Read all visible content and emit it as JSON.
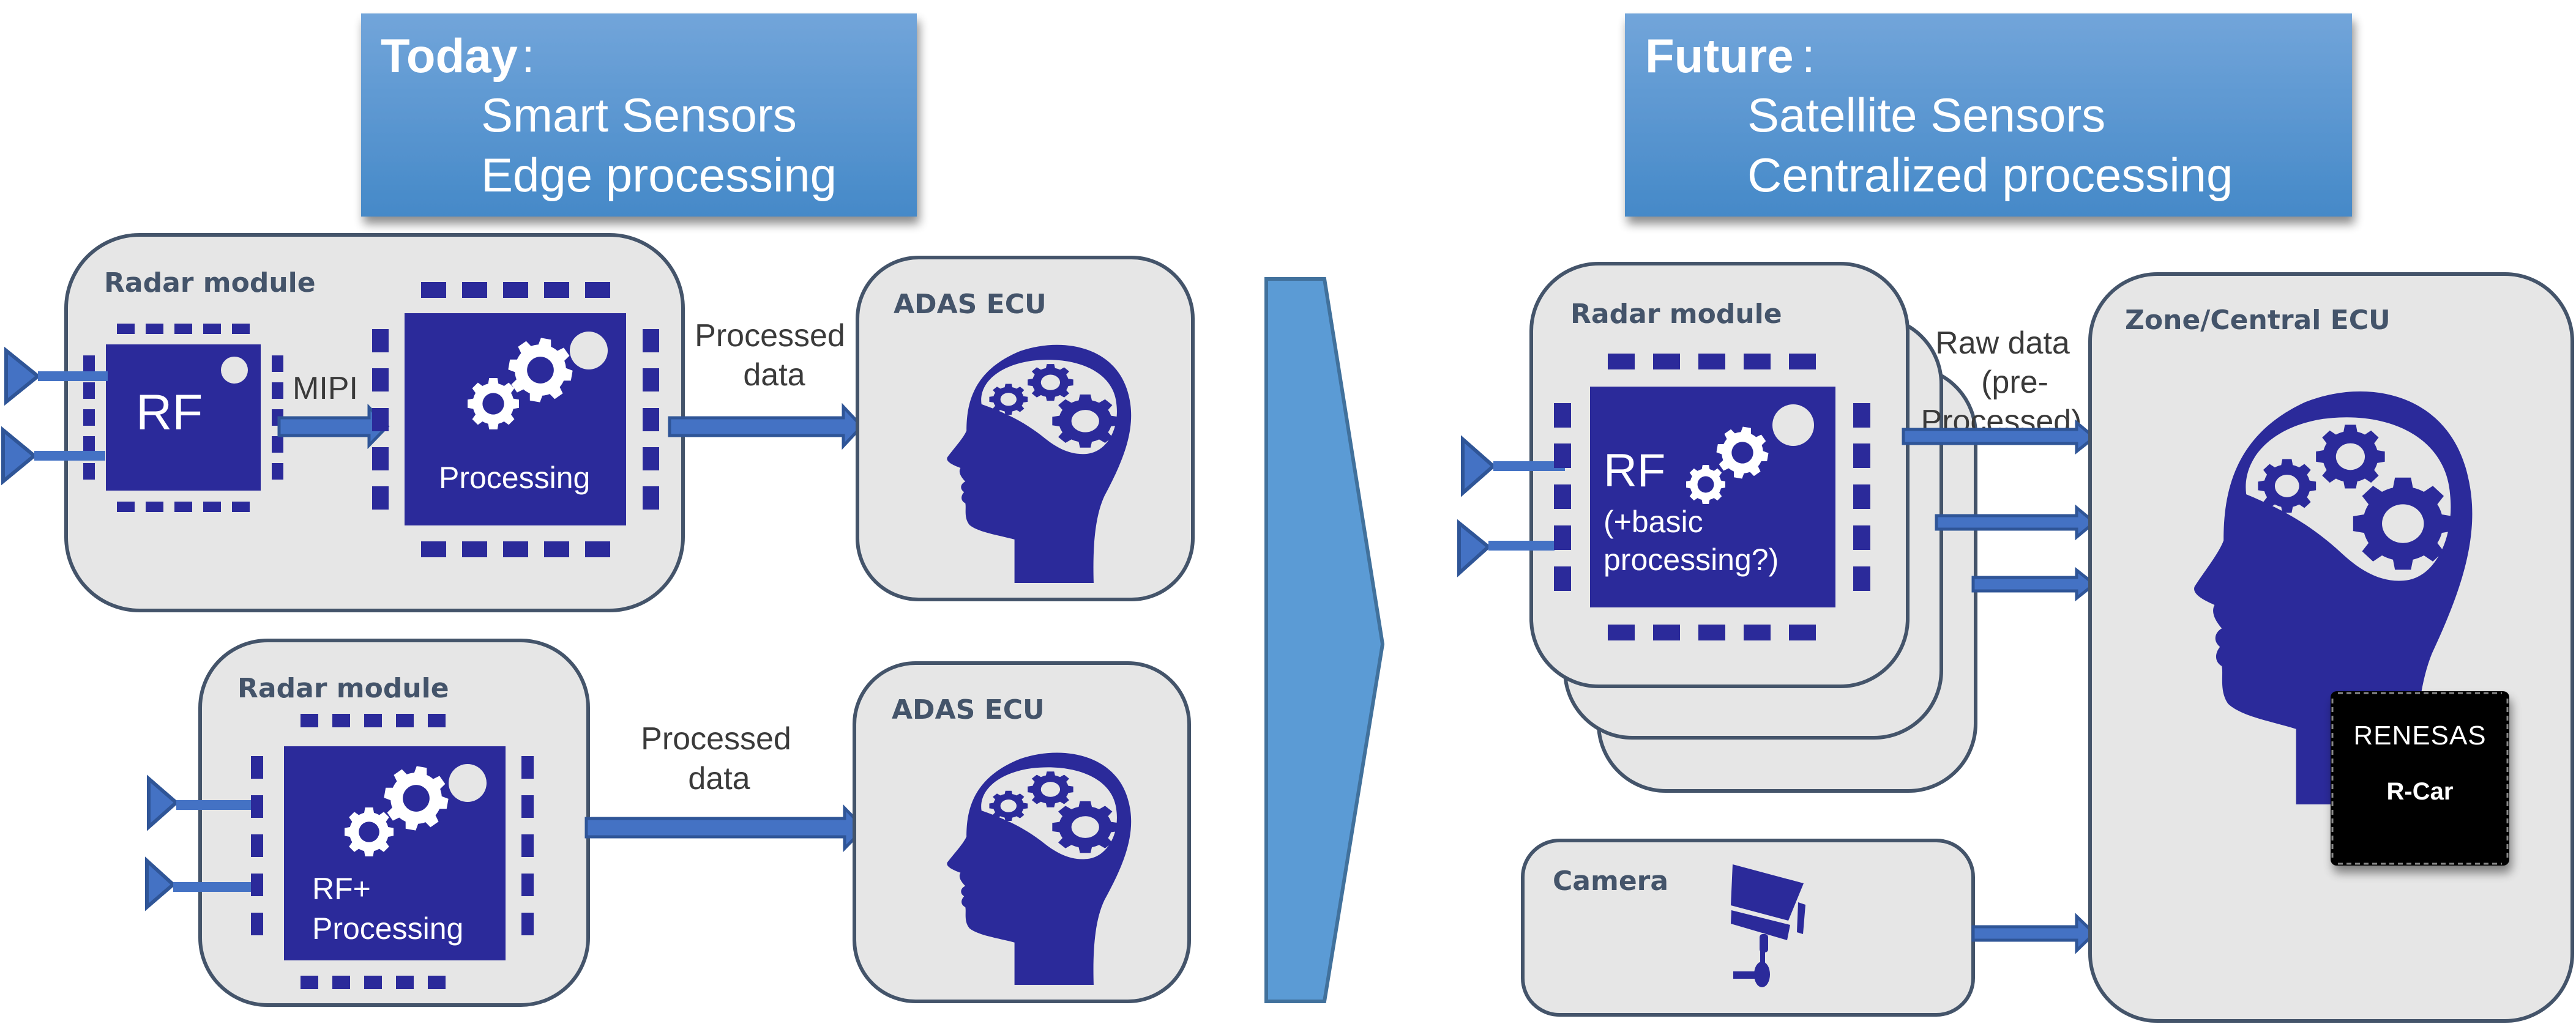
{
  "today": {
    "title": "Today",
    "colon": ":",
    "line1": "Smart Sensors",
    "line2": "Edge processing"
  },
  "future": {
    "title": "Future",
    "colon": ":",
    "line1": "Satellite Sensors",
    "line2": "Centralized processing"
  },
  "left_top": {
    "module_label": "Radar module",
    "rf_chip_label": "RF",
    "link_label": "MIPI",
    "processing_chip_label": "Processing",
    "output_label_line1": "Processed",
    "output_label_line2": "data",
    "ecu_label": "ADAS ECU"
  },
  "left_bottom": {
    "module_label": "Radar module",
    "chip_label_line1": "RF+",
    "chip_label_line2": "Processing",
    "output_label_line1": "Processed",
    "output_label_line2": "data",
    "ecu_label": "ADAS ECU"
  },
  "right": {
    "module_label": "Radar module",
    "chip_label_line1": "RF",
    "chip_label_line2": "(+basic",
    "chip_label_line3": "processing?)",
    "output_label_line1": "Raw data",
    "output_label_line2": "(pre-",
    "output_label_line3": "Processed)",
    "camera_label": "Camera",
    "ecu_label": "Zone/Central ECU",
    "soc_brand": "RENESAS",
    "soc_name": "R-Car"
  },
  "colors": {
    "header_top": "#72a5da",
    "header_bottom": "#4589c8",
    "chip": "#2b2a9a",
    "arrow": "#4472c4",
    "card_fill": "#e6e6e6",
    "card_stroke": "#44546a",
    "transition_arrow": "#5b9bd5"
  }
}
